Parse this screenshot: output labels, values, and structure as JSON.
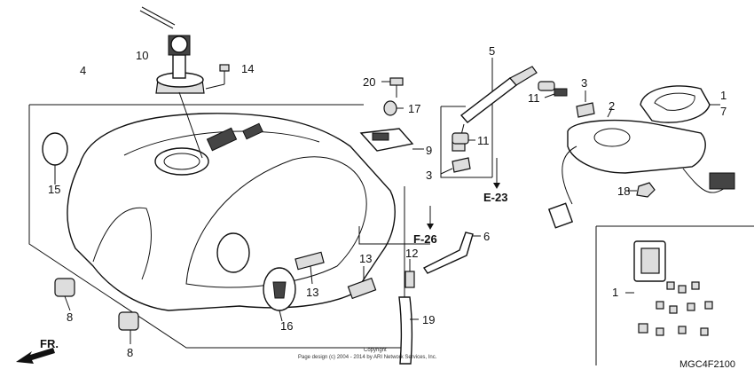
{
  "callouts": {
    "c1": "1",
    "c1b": "1",
    "c2": "2",
    "c3a": "3",
    "c3b": "3",
    "c4": "4",
    "c5": "5",
    "c6": "6",
    "c7": "7",
    "c8a": "8",
    "c8b": "8",
    "c9": "9",
    "c10": "10",
    "c11a": "11",
    "c11b": "11",
    "c12": "12",
    "c13a": "13",
    "c13b": "13",
    "c14": "14",
    "c15": "15",
    "c16": "16",
    "c17": "17",
    "c18": "18",
    "c19": "19",
    "c20": "20"
  },
  "refs": {
    "e23": "E-23",
    "f26": "F-26"
  },
  "front": "FR.",
  "diagram_code": "MGC4F2100",
  "copyright": {
    "line1": "Copyright",
    "line2": "Page design (c) 2004 - 2014 by ARI Network Services, Inc."
  }
}
